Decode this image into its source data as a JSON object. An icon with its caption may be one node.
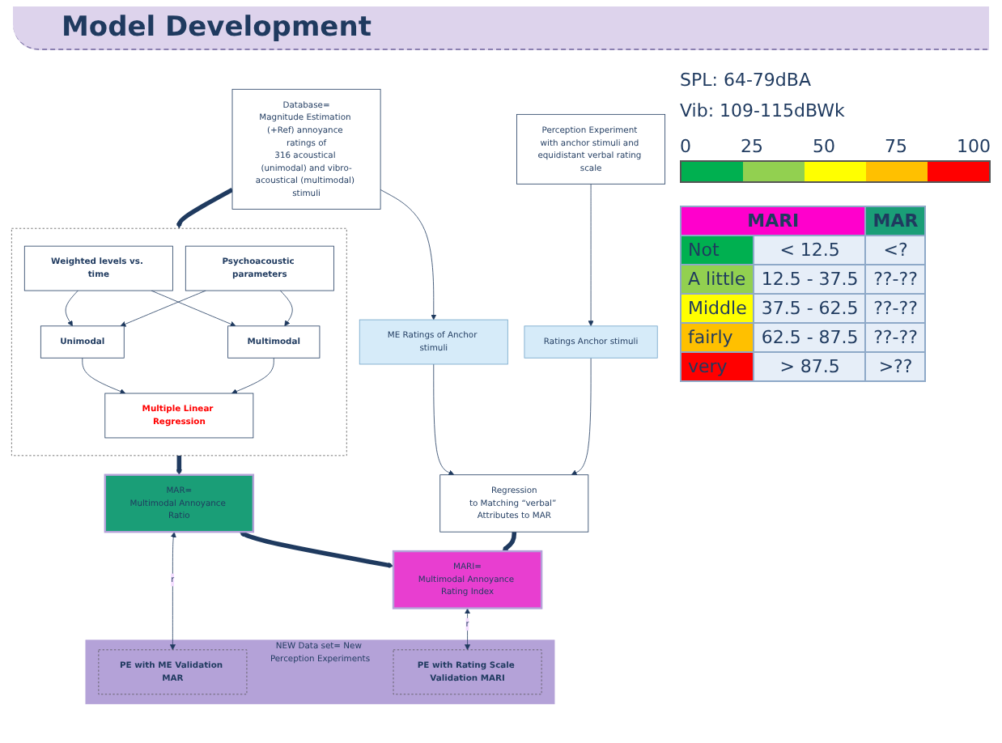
{
  "diagram": {
    "title": "Model Development",
    "nodes": [
      {
        "text": [
          "Database=",
          "Magnitude Estimation (+Ref) annoyance ratings of",
          "316 acoustical (unimodal) and vibro-acoustical (multimodal) stimuli"
        ]
      },
      {
        "text": [],
        "shape": "box"
      },
      {
        "text": [
          "Multiple Linear Regression"
        ],
        "in": 1
      },
      {
        "text": [
          "Unimodal"
        ],
        "in": 1
      },
      {
        "text": [
          "Multimodal"
        ],
        "in": 1
      },
      {
        "text": [
          "Weighted levels vs. time"
        ],
        "in": 1
      },
      {
        "text": [
          "Psychoacoustic parameters"
        ],
        "in": 1
      },
      {
        "text": [
          "Perception Experiment with anchor stimuli and equidistant verbal rating scale"
        ]
      },
      {
        "text": [
          "ME Ratings of Anchor stimuli"
        ]
      },
      {
        "text": [
          "Regression",
          "to Matching “verbal” Attributes to MAR"
        ]
      },
      {
        "text": [
          "Ratings Anchor stimuli"
        ]
      },
      {
        "text": [
          "MAR=",
          "Multimodal Annoyance Ratio"
        ]
      },
      {
        "text": [
          "MARI=",
          "Multimodal Annoyance Rating Index"
        ]
      },
      {
        "text": [
          "NEW Data set= New Perception Experiments"
        ]
      },
      {
        "text": [
          "PE with ME Validation MAR"
        ],
        "in": 13
      },
      {
        "text": [
          "PE with Rating Scale Validation MARI"
        ],
        "in": 13
      }
    ],
    "edges": [
      {
        "from": 0,
        "to": 8,
        "arrow": "to"
      },
      {
        "from": 0,
        "to": 1,
        "arrow": "to",
        "style": "thick"
      },
      {
        "from": 3,
        "to": 2,
        "arrow": "to"
      },
      {
        "from": 4,
        "to": 2,
        "arrow": "to"
      },
      {
        "from": 5,
        "to": 3,
        "arrow": "to"
      },
      {
        "from": 6,
        "to": 3,
        "arrow": "to"
      },
      {
        "from": 5,
        "to": 4,
        "arrow": "to"
      },
      {
        "from": 6,
        "to": 4,
        "arrow": "to"
      },
      {
        "from": 1,
        "to": 11,
        "arrow": "to",
        "style": "thick"
      },
      {
        "from": 11,
        "to": 12,
        "arrow": "both",
        "style": "thick"
      },
      {
        "from": 8,
        "to": 9,
        "arrow": "to"
      },
      {
        "from": 7,
        "to": 10,
        "arrow": "to"
      },
      {
        "from": 10,
        "to": 9,
        "arrow": "to"
      },
      {
        "from": 9,
        "to": 12,
        "arrow": "to",
        "style": "thick"
      },
      {
        "from": 11,
        "to": 14,
        "arrow": "both",
        "label": "r"
      },
      {
        "from": 12,
        "to": 15,
        "arrow": "both",
        "label": "r"
      }
    ],
    "labels": [
      "SPL: 64-79dBA",
      "Vib: 109-115dBWk",
      "0",
      "25",
      "50",
      "75",
      "100",
      "MARI",
      "MAR",
      "Not",
      "< 12.5",
      "<?",
      "A little",
      "12.5 - 37.5",
      "??-??",
      "Middle",
      "37.5 - 62.5",
      "??-??",
      "fairly",
      "62.5 - 87.5",
      "??-??",
      "very",
      "> 87.5",
      ">??"
    ]
  }
}
